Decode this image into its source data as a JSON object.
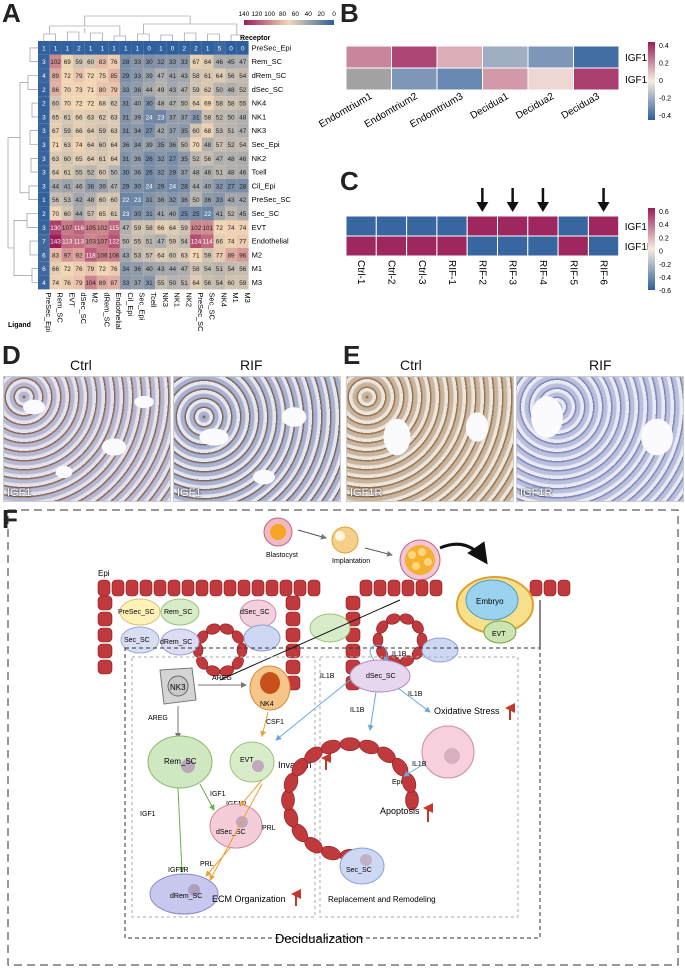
{
  "panels": {
    "A": "A",
    "B": "B",
    "C": "C",
    "D": "D",
    "E": "E",
    "F": "F"
  },
  "panelA": {
    "colorbar_ticks": [
      "140",
      "120",
      "100",
      "80",
      "60",
      "40",
      "20",
      "0"
    ],
    "receptor_label": "Receptor",
    "ligand_label": "Ligand",
    "rows": [
      "PreSec_Epi",
      "Rem_SC",
      "dRem_SC",
      "dSec_SC",
      "NK4",
      "NK1",
      "NK3",
      "Sec_Epi",
      "NK2",
      "Tcell",
      "Cil_Epi",
      "PreSec_SC",
      "Sec_SC",
      "EVT",
      "Endothelial",
      "M2",
      "M1",
      "M3"
    ],
    "cols": [
      "PreSec_Epi",
      "Rem_SC",
      "EVT",
      "dSec_SC",
      "M2",
      "dRem_SC",
      "Endothelial",
      "Cil_Epi",
      "Sec_Epi",
      "Tcell",
      "NK3",
      "NK1",
      "NK2",
      "PreSec_SC",
      "Sec_SC",
      "NK4",
      "M1",
      "M3"
    ],
    "values": [
      [
        1,
        1,
        1,
        2,
        1,
        1,
        1,
        1,
        1,
        0,
        1,
        0,
        2,
        2,
        1,
        5,
        0,
        0
      ],
      [
        3,
        102,
        69,
        59,
        60,
        83,
        76,
        28,
        33,
        30,
        32,
        33,
        33,
        67,
        64,
        46,
        45,
        47
      ],
      [
        4,
        89,
        72,
        79,
        72,
        75,
        85,
        29,
        33,
        39,
        47,
        41,
        43,
        58,
        61,
        64,
        56,
        54
      ],
      [
        2,
        86,
        70,
        73,
        71,
        80,
        79,
        33,
        36,
        44,
        49,
        43,
        47,
        59,
        62,
        50,
        48,
        52
      ],
      [
        2,
        60,
        70,
        72,
        72,
        68,
        62,
        31,
        40,
        30,
        48,
        47,
        50,
        64,
        69,
        58,
        58,
        55
      ],
      [
        3,
        65,
        61,
        66,
        63,
        62,
        63,
        31,
        39,
        24,
        23,
        37,
        37,
        31,
        58,
        52,
        50,
        48
      ],
      [
        3,
        67,
        59,
        66,
        64,
        59,
        63,
        31,
        34,
        27,
        42,
        37,
        35,
        60,
        68,
        53,
        51,
        47
      ],
      [
        3,
        71,
        63,
        74,
        64,
        60,
        64,
        36,
        34,
        39,
        35,
        36,
        50,
        70,
        48,
        57,
        52,
        54
      ],
      [
        3,
        63,
        60,
        65,
        64,
        61,
        64,
        31,
        36,
        26,
        32,
        27,
        35,
        52,
        56,
        47,
        48,
        46
      ],
      [
        3,
        64,
        61,
        55,
        52,
        60,
        50,
        30,
        36,
        26,
        32,
        29,
        37,
        48,
        46,
        51,
        48,
        46
      ],
      [
        3,
        44,
        41,
        46,
        36,
        39,
        47,
        29,
        30,
        24,
        29,
        24,
        28,
        44,
        40,
        32,
        27,
        28
      ],
      [
        1,
        56,
        53,
        42,
        48,
        60,
        60,
        22,
        23,
        31,
        36,
        32,
        36,
        50,
        36,
        33,
        43,
        42
      ],
      [
        2,
        70,
        60,
        44,
        57,
        65,
        61,
        23,
        30,
        31,
        41,
        40,
        25,
        25,
        22,
        41,
        52,
        45
      ],
      [
        3,
        130,
        107,
        116,
        105,
        102,
        115,
        47,
        59,
        58,
        66,
        64,
        59,
        102,
        101,
        72,
        74,
        74
      ],
      [
        7,
        143,
        113,
        113,
        103,
        107,
        122,
        50,
        55,
        51,
        47,
        59,
        54,
        124,
        114,
        66,
        74,
        77
      ],
      [
        6,
        83,
        97,
        92,
        118,
        106,
        106,
        43,
        53,
        57,
        64,
        60,
        63,
        71,
        59,
        77,
        89,
        96
      ],
      [
        6,
        66,
        72,
        76,
        79,
        72,
        76,
        34,
        36,
        40,
        43,
        44,
        47,
        58,
        54,
        51,
        54,
        56
      ],
      [
        4,
        74,
        76,
        79,
        104,
        89,
        87,
        33,
        37,
        31,
        55,
        50,
        51,
        64,
        56,
        54,
        60,
        59
      ]
    ],
    "colors": {
      "low": "#2e5f9e",
      "mid": "#f3d8b6",
      "high": "#9b1d59"
    }
  },
  "panelB": {
    "rows": [
      "IGF1",
      "IGF1R"
    ],
    "cols": [
      "Endomtrium1",
      "Endomtrium2",
      "Endomtrium3",
      "Decidua1",
      "Decidua2",
      "Decidua3"
    ],
    "values": [
      [
        0.25,
        0.4,
        0.15,
        -0.22,
        -0.3,
        -0.45
      ],
      [
        null,
        -0.3,
        -0.35,
        0.2,
        0.05,
        0.42
      ]
    ],
    "ticks": [
      "0.4",
      "0.2",
      "0",
      "-0.2",
      "-0.4"
    ],
    "na_color": "#a3a3a3"
  },
  "panelC": {
    "rows": [
      "IGF1",
      "IGF1R"
    ],
    "cols": [
      "Ctrl-1",
      "Ctrl-2",
      "Ctrl-3",
      "RIF-1",
      "RIF-2",
      "RIF-3",
      "RIF-4",
      "RIF-5",
      "RIF-6"
    ],
    "values": [
      [
        -0.62,
        -0.62,
        -0.62,
        -0.62,
        0.62,
        0.62,
        0.62,
        -0.62,
        0.62
      ],
      [
        0.62,
        0.62,
        0.62,
        0.62,
        -0.62,
        -0.62,
        -0.62,
        0.62,
        -0.62
      ]
    ],
    "ticks": [
      "0.6",
      "0.4",
      "0.2",
      "0",
      "-0.2",
      "-0.4",
      "-0.6"
    ],
    "arrow_cols": [
      4,
      5,
      6,
      8
    ]
  },
  "panelD": {
    "ctrl_title": "Ctrl",
    "rif_title": "RIF",
    "tag_left": "IGF1",
    "tag_right": "IGF1"
  },
  "panelE": {
    "ctrl_title": "Ctrl",
    "rif_title": "RIF",
    "tag_left": "IGF1R",
    "tag_right": "IGF1R"
  },
  "panelF": {
    "blastocyst": "Blastocyst",
    "implantation": "Implantation",
    "epi": "Epi",
    "embryo": "Embryo",
    "evt": "EVT",
    "top_cells": [
      "PreSec_SC",
      "Rem_SC",
      "dSec_SC",
      "Sec_SC",
      "dRem_SC"
    ],
    "nk3": "NK3",
    "nk4": "NK4",
    "areg1": "AREG",
    "areg2": "AREG",
    "csf1": "CSF1",
    "rem_sc": "Rem_SC",
    "evt_cell": "EVT",
    "invasion": "Invasion",
    "igf1_a": "IGF1",
    "igf1_b": "IGF1",
    "igf1r_a": "IGF1R",
    "igf1r_b": "IGF1R",
    "dsec_sc": "dSec_SC",
    "drem_sc": "dRem_SC",
    "prl_a": "PRL",
    "prl_b": "PRL",
    "ecm": "ECM Organization",
    "il1b_top": "IL1B",
    "il1b_left": "IL1B",
    "il1b_right": "IL1B",
    "il1b_mid": "IL1B",
    "il1b_low": "IL1B",
    "dsec_sc_right": "dSec_SC",
    "oxidative": "Oxidative Stress",
    "epi_right": "Epi",
    "apoptosis": "Apoptosis",
    "sec_sc": "Sec_SC",
    "replacement": "Replacement and Remodeling",
    "decidualization": "Decidualization"
  }
}
